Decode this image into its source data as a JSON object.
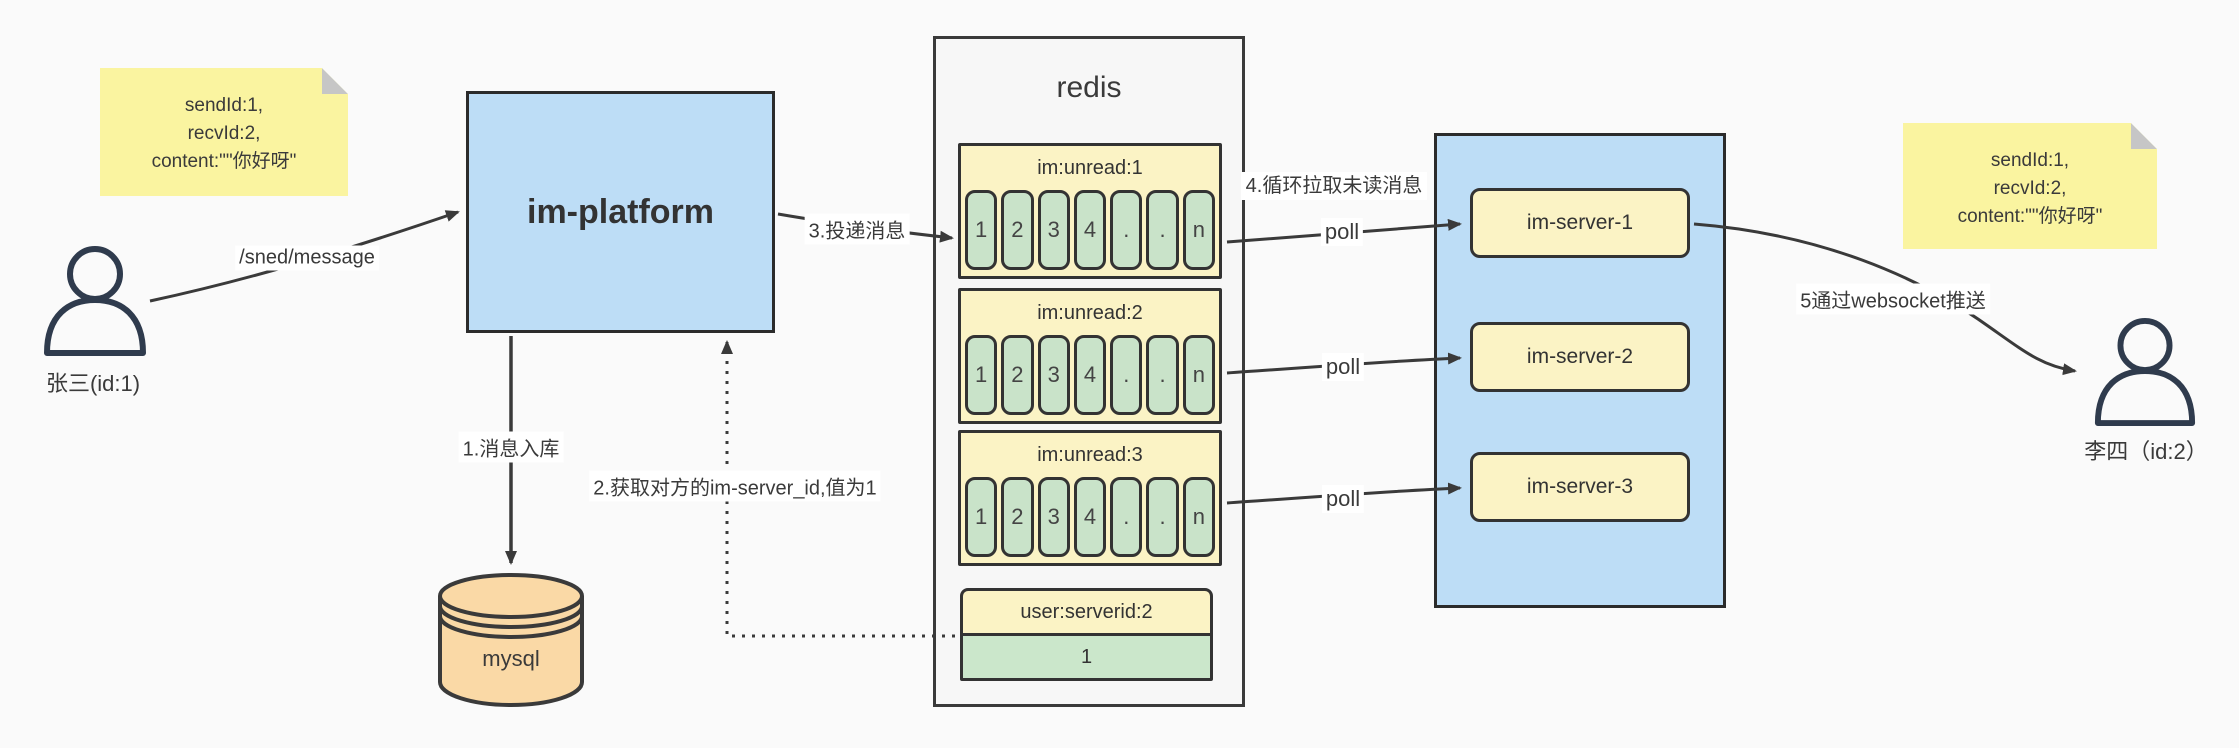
{
  "notes": {
    "left": {
      "lines": [
        "sendId:1,",
        "recvId:2,",
        "content:\"\"你好呀\""
      ]
    },
    "right": {
      "lines": [
        "sendId:1,",
        "recvId:2,",
        "content:\"\"你好呀\""
      ]
    }
  },
  "actors": {
    "sender": {
      "label": "张三(id:1)"
    },
    "receiver": {
      "label": "李四（id:2）"
    }
  },
  "platform": {
    "label": "im-platform"
  },
  "database": {
    "label": "mysql"
  },
  "redis": {
    "title": "redis",
    "rows": [
      {
        "header": "im:unread:1",
        "cells": [
          "1",
          "2",
          "3",
          "4",
          ".",
          ".",
          "n"
        ]
      },
      {
        "header": "im:unread:2",
        "cells": [
          "1",
          "2",
          "3",
          "4",
          ".",
          ".",
          "n"
        ]
      },
      {
        "header": "im:unread:3",
        "cells": [
          "1",
          "2",
          "3",
          "4",
          ".",
          ".",
          "n"
        ]
      }
    ],
    "kv": {
      "header": "user:serverid:2",
      "value": "1"
    }
  },
  "server_cluster": {
    "servers": [
      {
        "label": "im-server-1"
      },
      {
        "label": "im-server-2"
      },
      {
        "label": "im-server-3"
      }
    ]
  },
  "edges": {
    "send_api": "/sned/message",
    "step1": "1.消息入库",
    "step2": "2.获取对方的im-server_id,值为1",
    "step3": "3.投递消息",
    "step4": "4.循环拉取未读消息",
    "poll1": "poll",
    "poll2": "poll",
    "poll3": "poll",
    "step5": "5通过websocket推送"
  },
  "colors": {
    "background": "#fafafa",
    "note_yellow": "#faf4a0",
    "box_yellow": "#fbf3c5",
    "cell_green": "#c9e3c9",
    "node_blue": "#bdddf6",
    "mysql_orange": "#fad9a6",
    "stroke_dark": "#3a3a3a",
    "person_navy": "#2f3b4d"
  }
}
